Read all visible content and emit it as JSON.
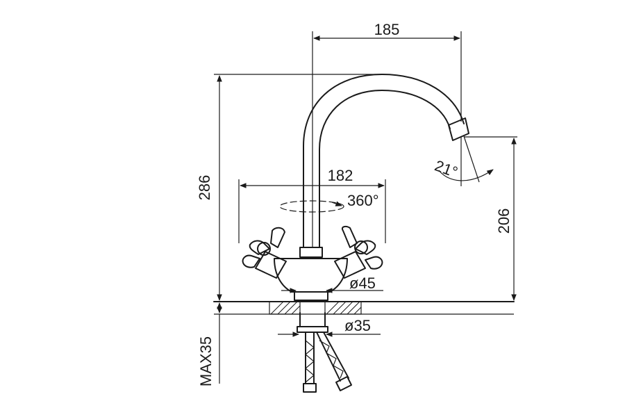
{
  "dimensions": {
    "spout_reach": "185",
    "handle_span": "182",
    "rotation": "360°",
    "height_total": "286",
    "spout_height": "206",
    "spout_angle": "21°",
    "base_diameter": "ø45",
    "shank_diameter": "ø35",
    "max_thickness": "MAX35"
  }
}
